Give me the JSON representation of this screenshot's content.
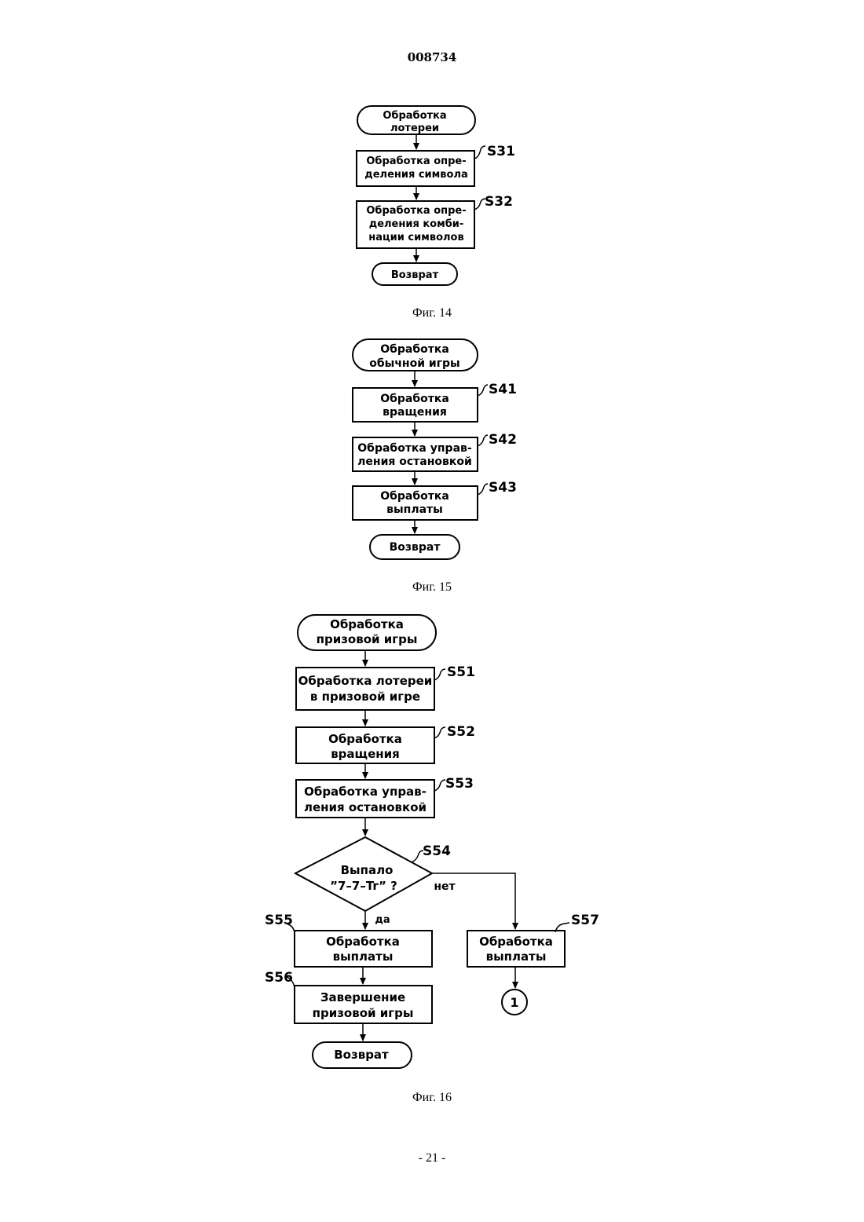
{
  "page": {
    "doc_number": "008734",
    "page_number": "- 21 -"
  },
  "fig14": {
    "caption": "Фиг. 14",
    "start": [
      "Обработка",
      "лотереи"
    ],
    "s31": {
      "id": "S31",
      "lines": [
        "Обработка опре-",
        "деления символа"
      ]
    },
    "s32": {
      "id": "S32",
      "lines": [
        "Обработка опре-",
        "деления комби-",
        "нации символов"
      ]
    },
    "end": "Возврат"
  },
  "fig15": {
    "caption": "Фиг. 15",
    "start": [
      "Обработка",
      "обычной игры"
    ],
    "s41": {
      "id": "S41",
      "lines": [
        "Обработка",
        "вращения"
      ]
    },
    "s42": {
      "id": "S42",
      "lines": [
        "Обработка управ-",
        "ления остановкой"
      ]
    },
    "s43": {
      "id": "S43",
      "lines": [
        "Обработка",
        "выплаты"
      ]
    },
    "end": "Возврат"
  },
  "fig16": {
    "caption": "Фиг. 16",
    "start": [
      "Обработка",
      "призовой игры"
    ],
    "s51": {
      "id": "S51",
      "lines": [
        "Обработка лотереи",
        "в призовой игре"
      ]
    },
    "s52": {
      "id": "S52",
      "lines": [
        "Обработка",
        "вращения"
      ]
    },
    "s53": {
      "id": "S53",
      "lines": [
        "Обработка управ-",
        "ления остановкой"
      ]
    },
    "s54": {
      "id": "S54",
      "lines": [
        "Выпало",
        "”7–7–Tr” ?"
      ],
      "yes": "да",
      "no": "нет"
    },
    "s55": {
      "id": "S55",
      "lines": [
        "Обработка",
        "выплаты"
      ]
    },
    "s56": {
      "id": "S56",
      "lines": [
        "Завершение",
        "призовой игры"
      ]
    },
    "s57": {
      "id": "S57",
      "lines": [
        "Обработка",
        "выплаты"
      ]
    },
    "connector": "1",
    "end": "Возврат"
  }
}
